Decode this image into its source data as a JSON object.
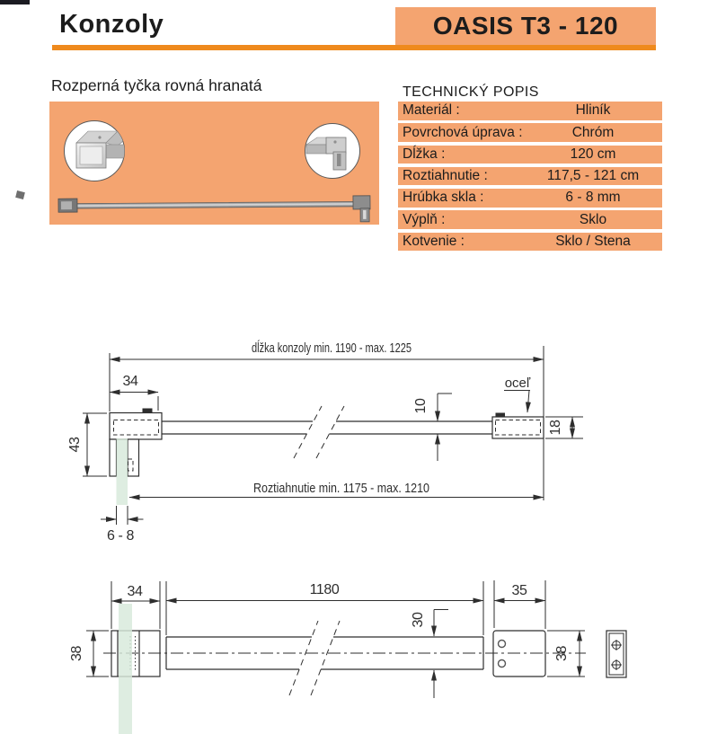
{
  "header": {
    "title": "Konzoly",
    "product_code": "OASIS T3 - 120"
  },
  "product": {
    "name": "Rozperná tyčka rovná hranatá"
  },
  "specs": {
    "heading": "TECHNICKÝ POPIS",
    "rows": [
      {
        "label": "Materiál :",
        "value": "Hliník"
      },
      {
        "label": "Povrchová úprava :",
        "value": "Chróm"
      },
      {
        "label": "Dĺžka :",
        "value": "120 cm"
      },
      {
        "label": "Roztiahnutie :",
        "value": "117,5 - 121 cm"
      },
      {
        "label": "Hrúbka skla :",
        "value": "6 - 8 mm"
      },
      {
        "label": "Výplň :",
        "value": "Sklo"
      },
      {
        "label": "Kotvenie :",
        "value": "Sklo / Stena"
      }
    ]
  },
  "drawings": {
    "side_view": {
      "length_label": "dĺžka konzoly min. 1190 - max. 1225",
      "extension_label": "Roztiahnutie min. 1175 - max. 1210",
      "clamp_width": "34",
      "clamp_height": "43",
      "bar_thickness": "10",
      "wall_end_height": "18",
      "material_label": "oceľ",
      "glass_thickness": "6 - 8"
    },
    "top_view": {
      "clamp_width": "34",
      "bar_length": "1180",
      "wall_end_width": "35",
      "clamp_depth": "38",
      "bar_width": "30",
      "wall_end_depth": "38"
    }
  },
  "colors": {
    "peach": "#F4A470",
    "accent": "#EF8A1D",
    "glass": "#D7E9DA",
    "line": "#2E2E2E",
    "text": "#1C1C1C"
  }
}
